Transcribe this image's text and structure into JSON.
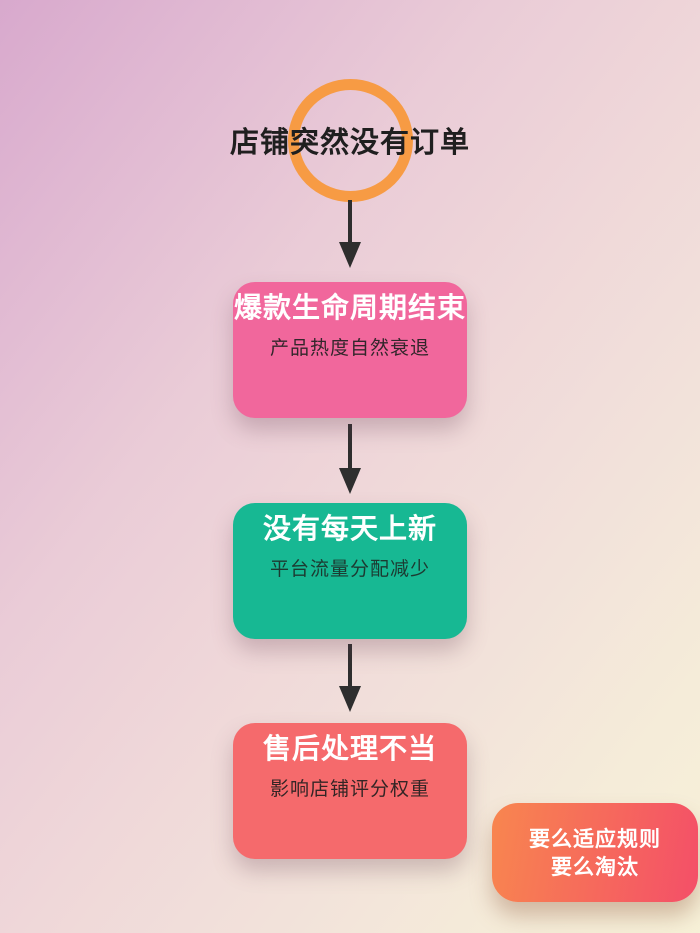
{
  "header": {
    "title": "店铺突然没有订单"
  },
  "flow": {
    "steps": [
      {
        "title": "爆款生命周期结束",
        "subtitle": "产品热度自然衰退"
      },
      {
        "title": "没有每天上新",
        "subtitle": "平台流量分配减少"
      },
      {
        "title": "售后处理不当",
        "subtitle": "影响店铺评分权重"
      }
    ],
    "conclusion": {
      "line1": "要么适应规则",
      "line2": "要么淘汰"
    }
  },
  "colors": {
    "step1_bg": "#f1679c",
    "step1_subtitle": "#33262b",
    "step2_bg": "#17b893",
    "step2_subtitle": "#1c3a31",
    "step3_bg": "#f56a6c",
    "step3_subtitle": "#342525",
    "conclusion_bg": "linear-gradient(100deg, #f8864f 0%, #f44f68 100%)",
    "ring": "#f79b44",
    "arrow": "#2e2e2e",
    "title_text": "#1f1f1f"
  }
}
